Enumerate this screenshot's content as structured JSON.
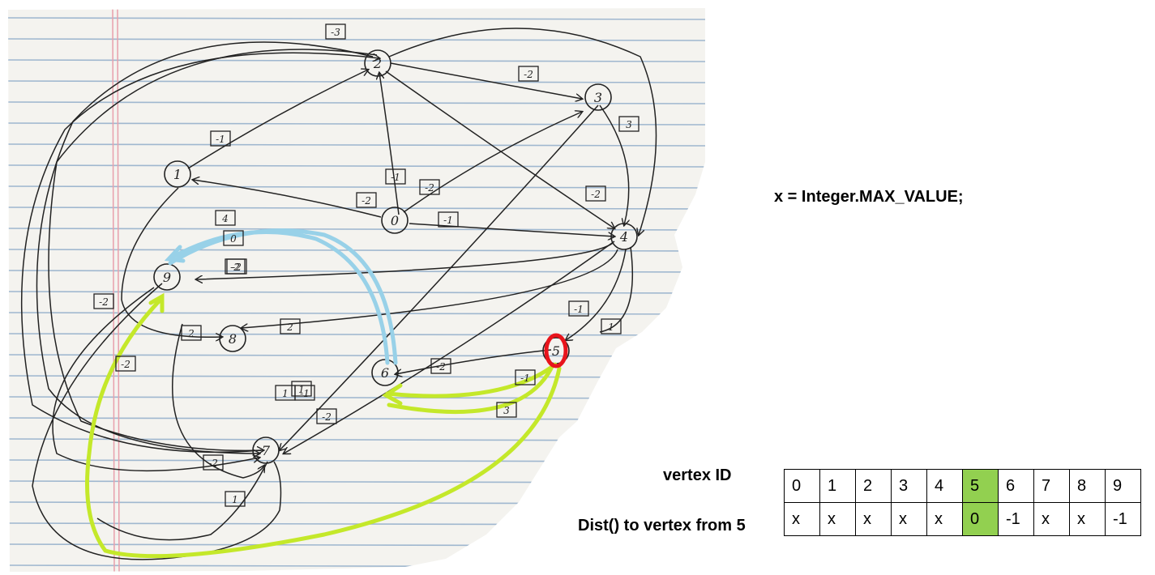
{
  "sketch": {
    "nodes": [
      {
        "id": "n0",
        "label": "0"
      },
      {
        "id": "n1",
        "label": "1"
      },
      {
        "id": "n2",
        "label": "2"
      },
      {
        "id": "n3",
        "label": "3"
      },
      {
        "id": "n4",
        "label": "4"
      },
      {
        "id": "n5",
        "label": "5"
      },
      {
        "id": "n6",
        "label": "6"
      },
      {
        "id": "n7",
        "label": "7"
      },
      {
        "id": "n8",
        "label": "8"
      },
      {
        "id": "n9",
        "label": "9"
      }
    ],
    "edge_weights": [
      "-3",
      "-2",
      "3",
      "-1",
      "-1",
      "-2",
      "-2",
      "-1",
      "-2",
      "-2",
      "-2",
      "-2",
      "1",
      "-2",
      "-1",
      "3",
      "-2",
      "2",
      "2",
      "1",
      "1",
      "-2",
      "-1",
      "-1",
      "4",
      "0",
      "-2",
      "1"
    ],
    "colors": {
      "ink": "#222222",
      "paper": "#f4f3ef",
      "rule": "#9fb7cf",
      "margin": "#e8a0ac",
      "source_circle": "#e8141c",
      "cyan": "#98d1e8",
      "lime": "#c4e82a"
    }
  },
  "note": "x = Integer.MAX_VALUE;",
  "table": {
    "row_label_ids": "vertex ID",
    "row_label_dist": "Dist() to vertex from 5",
    "ids": [
      "0",
      "1",
      "2",
      "3",
      "4",
      "5",
      "6",
      "7",
      "8",
      "9"
    ],
    "dists": [
      "x",
      "x",
      "x",
      "x",
      "x",
      "0",
      "-1",
      "x",
      "x",
      "-1"
    ],
    "highlight_index": 5,
    "highlight_color": "#92d050"
  }
}
